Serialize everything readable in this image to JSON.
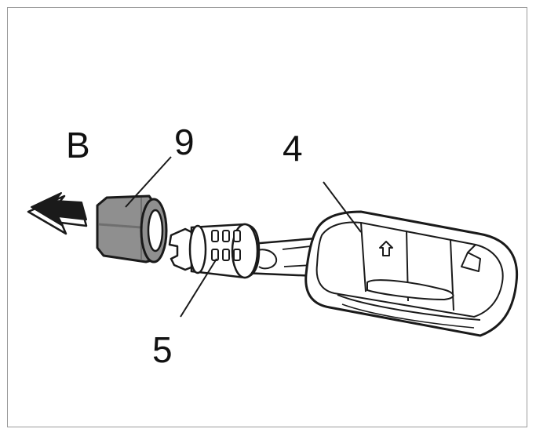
{
  "figure": {
    "labels": {
      "direction": "B",
      "cap": "9",
      "key_fob": "4",
      "lock_cylinder": "5"
    },
    "colors": {
      "line": "#1a1a1a",
      "cap_fill": "#8f8f8f",
      "cap_dark": "#6f6f6f",
      "frame": "#9a9a9a",
      "background": "#ffffff"
    },
    "icons": [
      "arrow-left-icon",
      "lock-icon",
      "trunk-icon"
    ]
  }
}
